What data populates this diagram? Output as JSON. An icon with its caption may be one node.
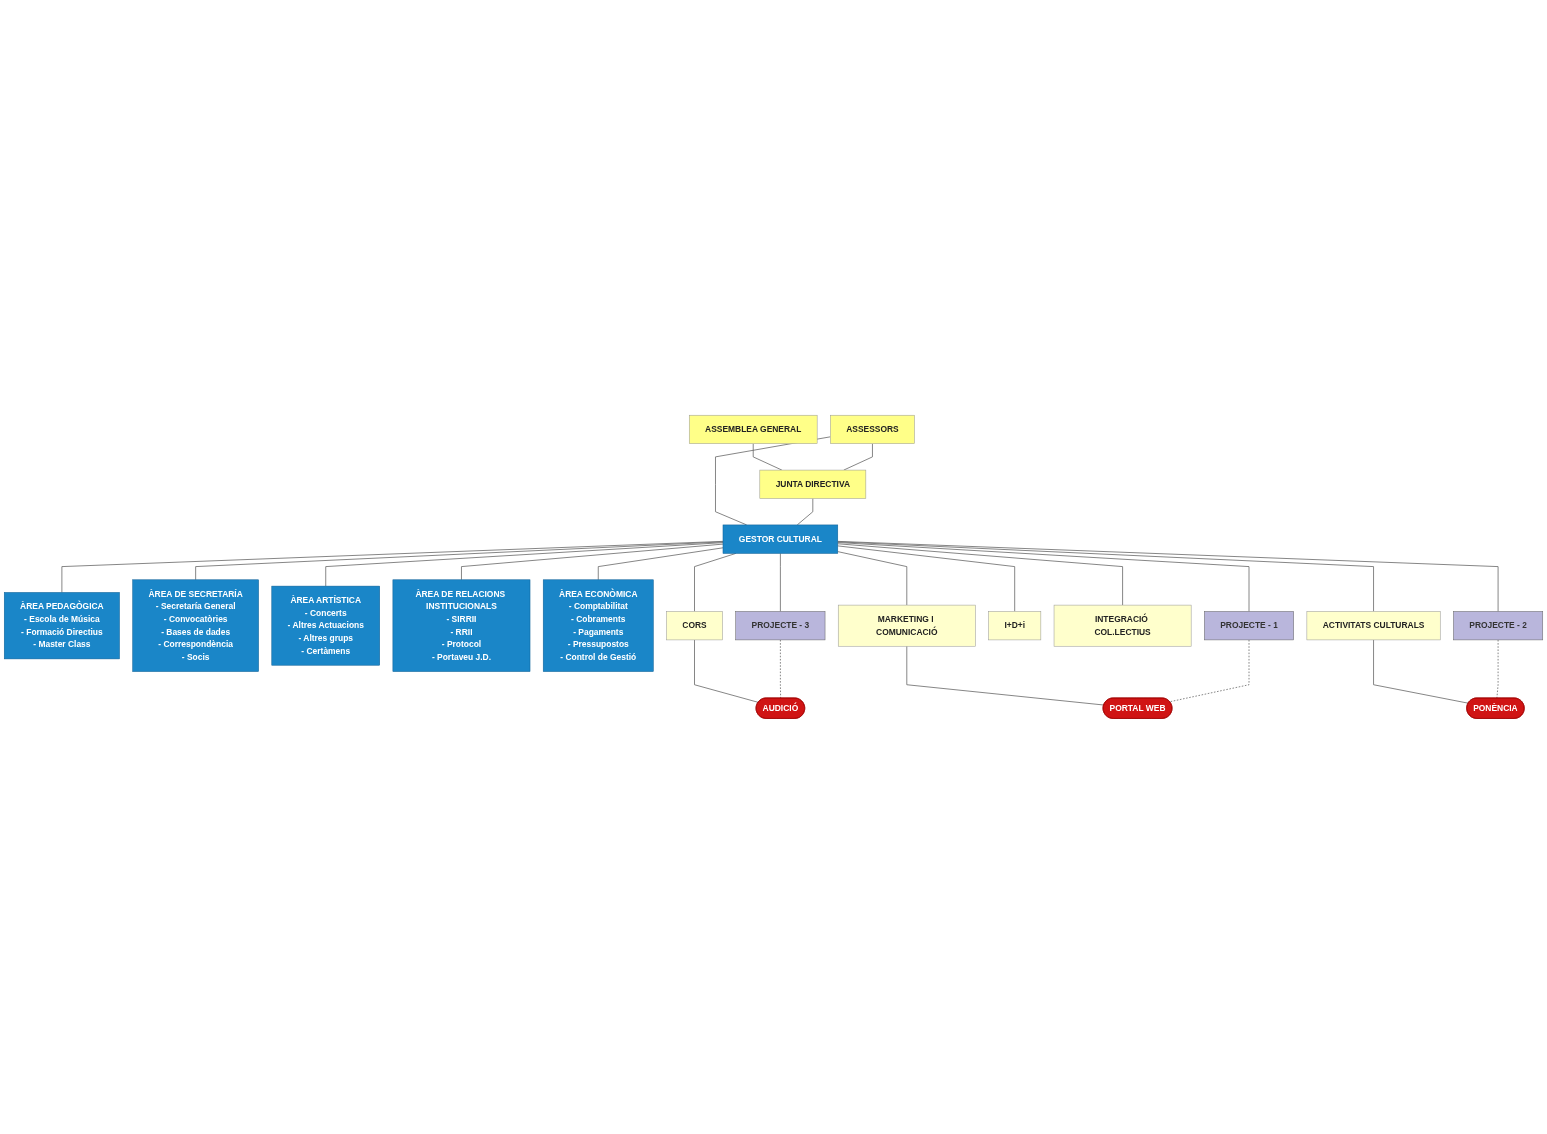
{
  "diagram": {
    "nodes": [
      {
        "text": [
          "ASSEMBLEA GENERAL"
        ]
      },
      {
        "text": [
          "ASSESSORS"
        ]
      },
      {
        "text": [
          "JUNTA DIRECTIVA"
        ]
      },
      {
        "text": [
          "GESTOR CULTURAL"
        ]
      },
      {
        "text": [
          "ÀREA PEDAGÒGICA",
          "- Escola de Música",
          "- Formació Directius",
          "- Master Class"
        ]
      },
      {
        "text": [
          "ÀREA DE SECRETARÍA",
          "- Secretaría General",
          "- Convocatòries",
          "- Bases de dades",
          "- Correspondència",
          "- Socis"
        ]
      },
      {
        "text": [
          "ÀREA ARTÍSTICA",
          "- Concerts",
          "- Altres Actuacions",
          "- Altres grups",
          "- Certàmens"
        ]
      },
      {
        "text": [
          "ÀREA DE RELACIONS INSTITUCIONALS",
          "- SIRRII",
          "- RRII",
          "- Protocol",
          "- Portaveu J.D."
        ]
      },
      {
        "text": [
          "ÀREA ECONÒMICA",
          "- Comptabilitat",
          "- Cobraments",
          "- Pagaments",
          "- Pressupostos",
          "- Control de Gestió"
        ]
      },
      {
        "text": [
          "CORS"
        ]
      },
      {
        "text": [
          "MARKETING I COMUNICACIÓ"
        ]
      },
      {
        "text": [
          "ACTIVITATS CULTURALS"
        ]
      },
      {
        "text": [
          "I+D+i"
        ]
      },
      {
        "text": [
          "INTEGRACIÓ COL.LECTIUS"
        ]
      },
      {
        "text": [
          "PROJECTE - 1"
        ]
      },
      {
        "text": [
          "PROJECTE - 2"
        ]
      },
      {
        "text": [
          "PROJECTE - 3"
        ]
      },
      {
        "text": [
          "PORTAL WEB"
        ]
      },
      {
        "text": [
          "PONÈNCIA"
        ]
      },
      {
        "text": [
          "AUDICIÓ"
        ]
      }
    ],
    "edges": [
      {
        "from": 0,
        "to": 2,
        "arrow": "none"
      },
      {
        "from": 1,
        "to": 2,
        "arrow": "none"
      },
      {
        "from": 1,
        "to": 3,
        "arrow": "none"
      },
      {
        "from": 2,
        "to": 3,
        "arrow": "none"
      },
      {
        "from": 3,
        "to": 4,
        "arrow": "none"
      },
      {
        "from": 3,
        "to": 5,
        "arrow": "none"
      },
      {
        "from": 3,
        "to": 6,
        "arrow": "none"
      },
      {
        "from": 3,
        "to": 7,
        "arrow": "none"
      },
      {
        "from": 3,
        "to": 8,
        "arrow": "none"
      },
      {
        "from": 3,
        "to": 9,
        "arrow": "none"
      },
      {
        "from": 3,
        "to": 10,
        "arrow": "none"
      },
      {
        "from": 3,
        "to": 11,
        "arrow": "none"
      },
      {
        "from": 3,
        "to": 12,
        "arrow": "none"
      },
      {
        "from": 3,
        "to": 13,
        "arrow": "none"
      },
      {
        "from": 3,
        "to": 14,
        "arrow": "none"
      },
      {
        "from": 3,
        "to": 15,
        "arrow": "none"
      },
      {
        "from": 3,
        "to": 16,
        "arrow": "none"
      },
      {
        "from": 10,
        "to": 17,
        "arrow": "none"
      },
      {
        "from": 11,
        "to": 18,
        "arrow": "none"
      },
      {
        "from": 9,
        "to": 19,
        "arrow": "none"
      },
      {
        "from": 14,
        "to": 17,
        "arrow": "none",
        "style": "dashed"
      },
      {
        "from": 15,
        "to": 18,
        "arrow": "none",
        "style": "dashed"
      },
      {
        "from": 16,
        "to": 19,
        "arrow": "none",
        "style": "dashed"
      }
    ]
  }
}
